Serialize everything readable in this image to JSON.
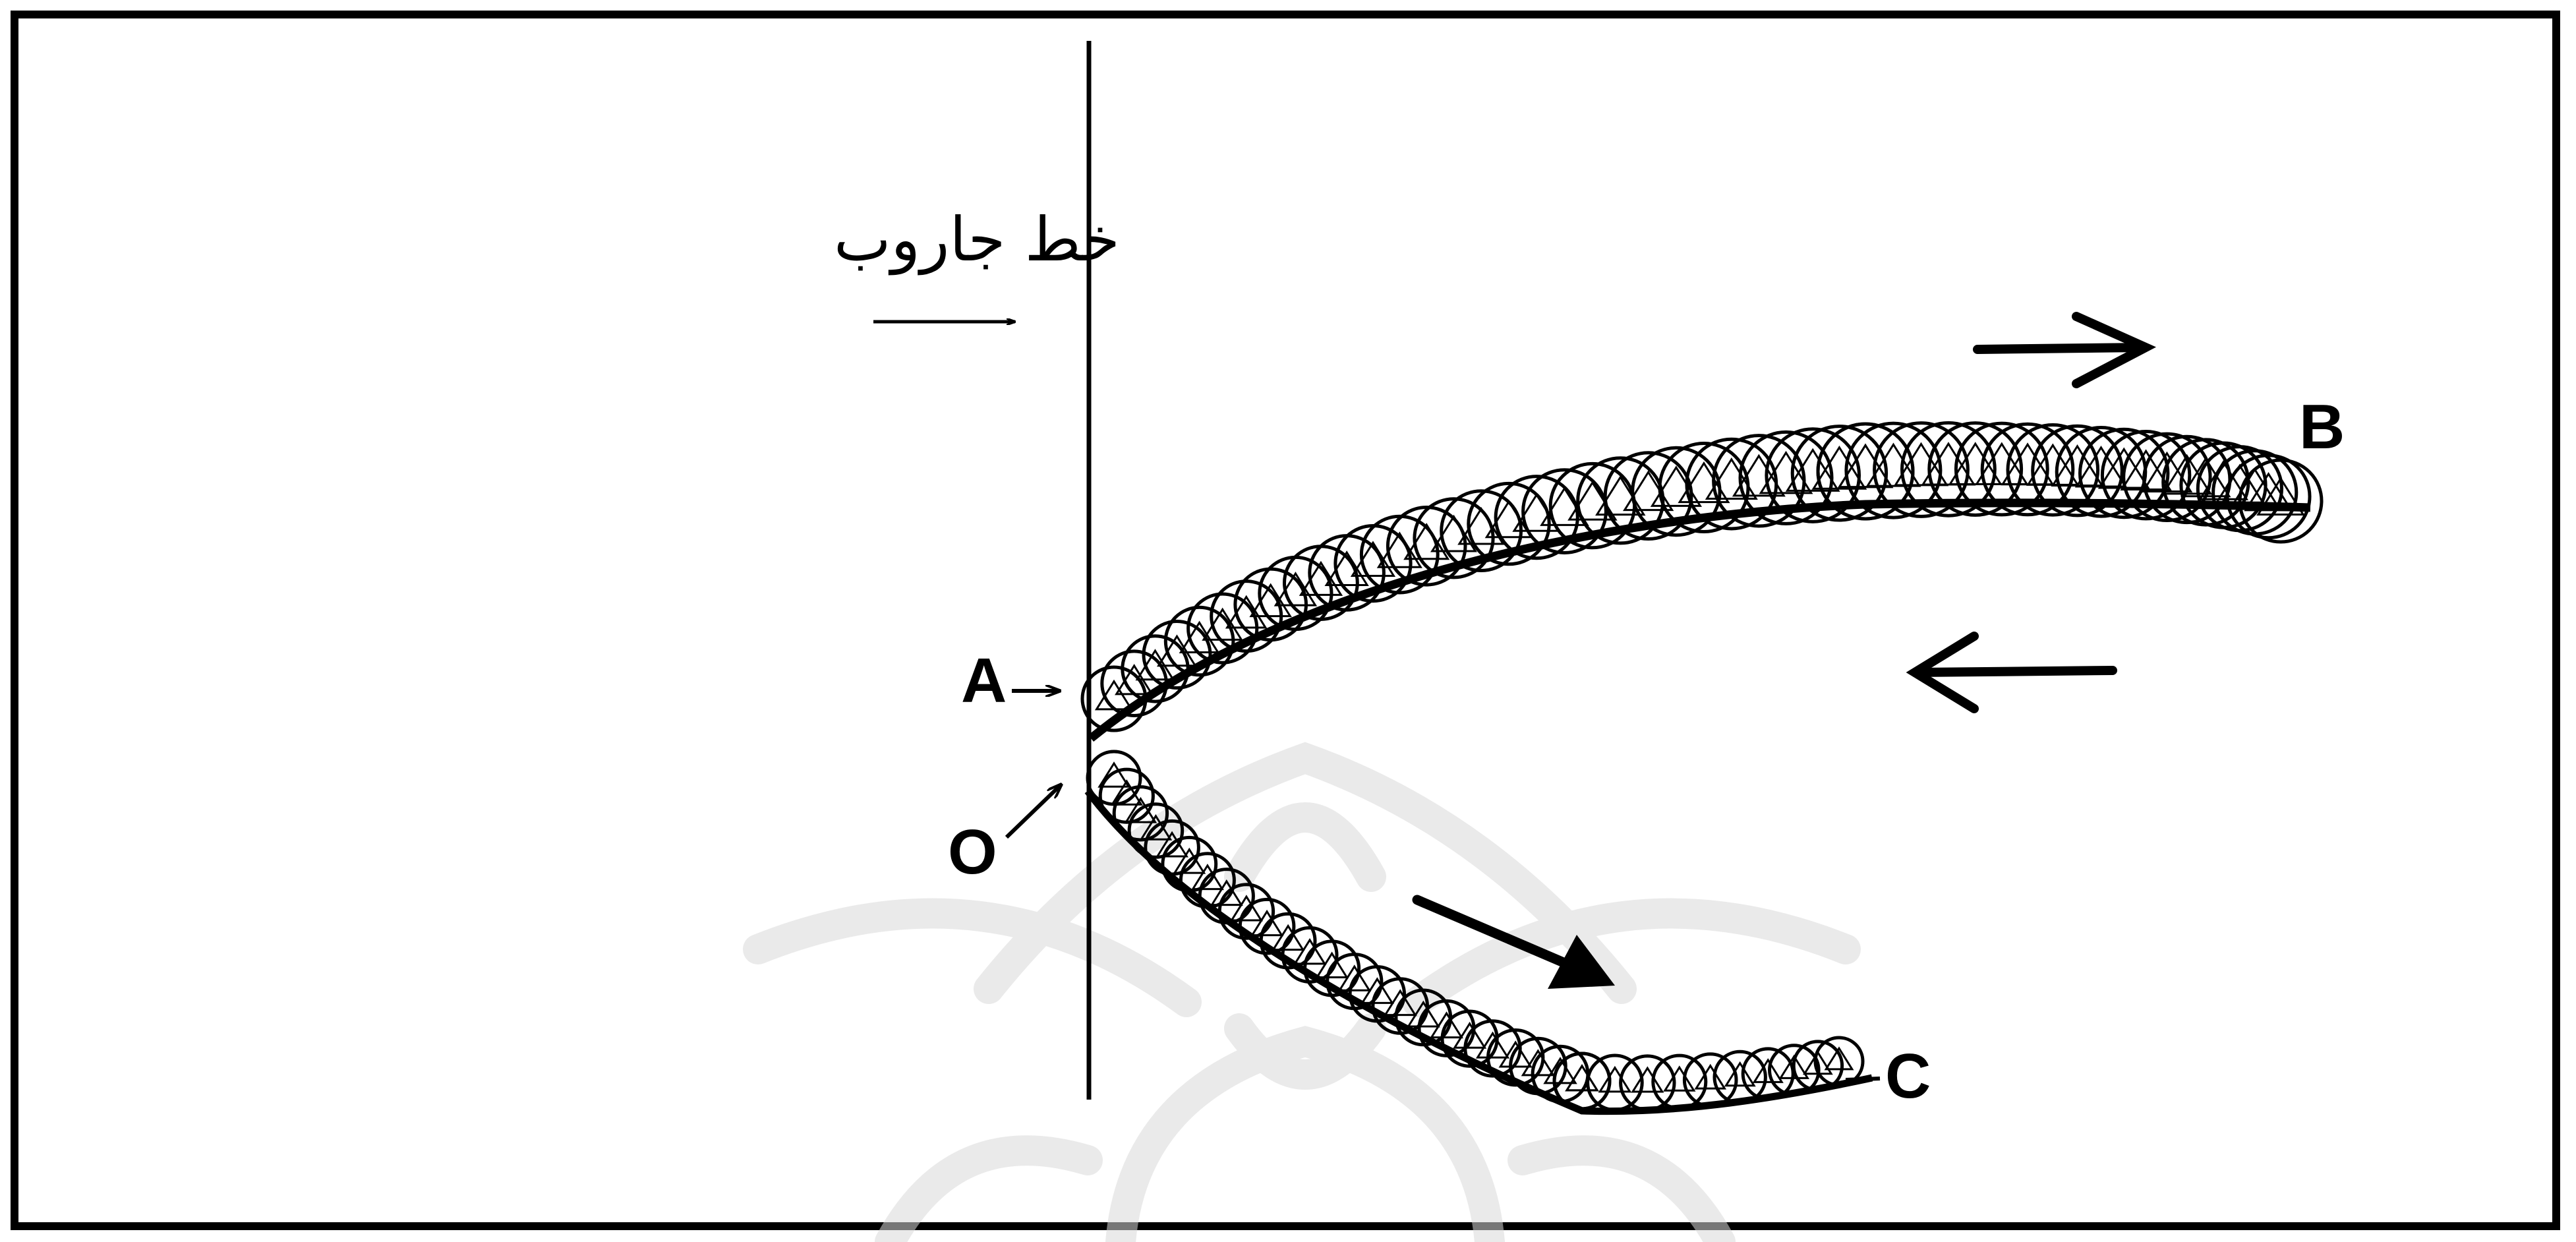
{
  "diagram": {
    "line_label": "خط جاروب",
    "point_labels": {
      "a": "A",
      "o": "O",
      "b": "B",
      "c": "C"
    },
    "colors": {
      "ink": "#000000",
      "watermark": "#d9d9d9",
      "background": "#ffffff"
    }
  }
}
